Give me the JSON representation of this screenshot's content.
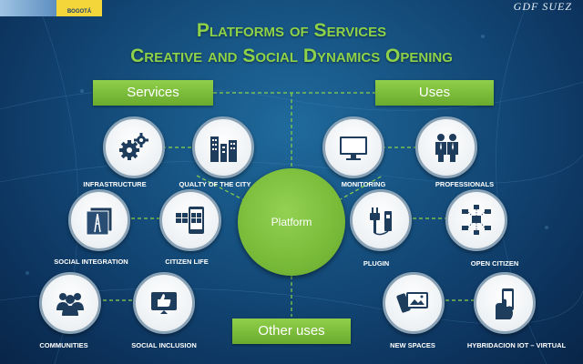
{
  "header": {
    "logo_text": "BOGOTÁ",
    "brand_text": "GDF SUEZ"
  },
  "title_line1": "Platforms of Services",
  "title_line2": "Creative and Social Dynamics Opening",
  "banners": {
    "services": "Services",
    "uses": "Uses",
    "other_uses": "Other uses"
  },
  "center": "Platform",
  "nodes": {
    "infrastructure": {
      "label": "INFRASTRUCTURE",
      "icon": "gears-icon"
    },
    "quality_city": {
      "label": "QUALTY OF THE CITY",
      "icon": "buildings-icon"
    },
    "social_integration": {
      "label": "SOCIAL INTEGRATION",
      "icon": "eiffel-tower-photo-icon"
    },
    "citizen_life": {
      "label": "CITIZEN LIFE",
      "icon": "tablet-grid-icon"
    },
    "communities": {
      "label": "COMMUNITIES",
      "icon": "people-group-icon"
    },
    "social_inclusion": {
      "label": "SOCIAL INCLUSION",
      "icon": "thumbs-up-icon"
    },
    "monitoring": {
      "label": "MONITORING",
      "icon": "monitor-icon"
    },
    "professionals": {
      "label": "PROFESSIONALS",
      "icon": "business-people-icon"
    },
    "plugin": {
      "label": "PLUGIN",
      "icon": "plug-icon"
    },
    "open_citizen": {
      "label": "OPEN CITIZEN",
      "icon": "network-devices-icon"
    },
    "new_spaces": {
      "label": "NEW SPACES",
      "icon": "mobile-devices-icon"
    },
    "hybridacion": {
      "label": "HYBRIDACION IOT – VIRTUAL",
      "icon": "hand-phone-icon"
    }
  },
  "colors": {
    "accent_green": "#8ed24a",
    "background_blue": "#154f7e",
    "icon_blue": "#1e3c5c",
    "ring": "#8aa2b6"
  }
}
